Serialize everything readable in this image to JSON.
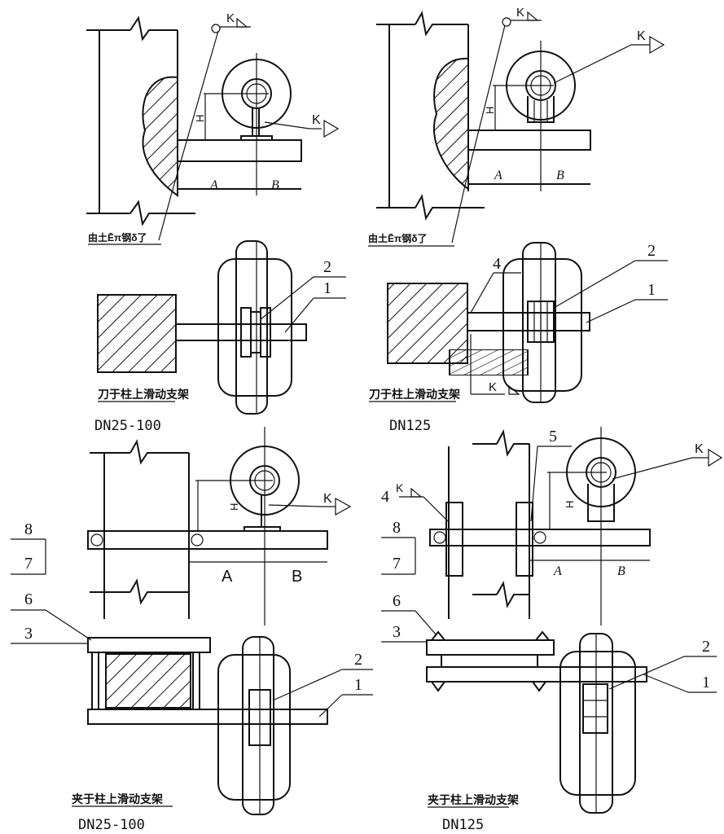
{
  "weld_symbol": "K",
  "dims": {
    "A": "A",
    "B": "B",
    "H": "H"
  },
  "top_left": {
    "caption": "由土Ēπ钢δ了"
  },
  "top_right": {
    "caption": "由土Ēπ钢δ了"
  },
  "mid_left": {
    "caption": "刀于柱上滑动支架",
    "dn": "DN25-100",
    "callouts": [
      "2",
      "1"
    ]
  },
  "mid_right": {
    "caption": "刀于柱上滑动支架",
    "dn": "DN125",
    "callouts": [
      "4",
      "2",
      "1"
    ]
  },
  "bottom_left": {
    "caption": "夹于柱上滑动支架",
    "dn": "DN25-100",
    "callouts": [
      "8",
      "7",
      "6",
      "3",
      "2",
      "1"
    ]
  },
  "bottom_right": {
    "caption": "夹于柱上滑动支架",
    "dn": "DN125",
    "callouts": [
      "5",
      "4",
      "8",
      "7",
      "6",
      "3",
      "2",
      "1"
    ]
  }
}
